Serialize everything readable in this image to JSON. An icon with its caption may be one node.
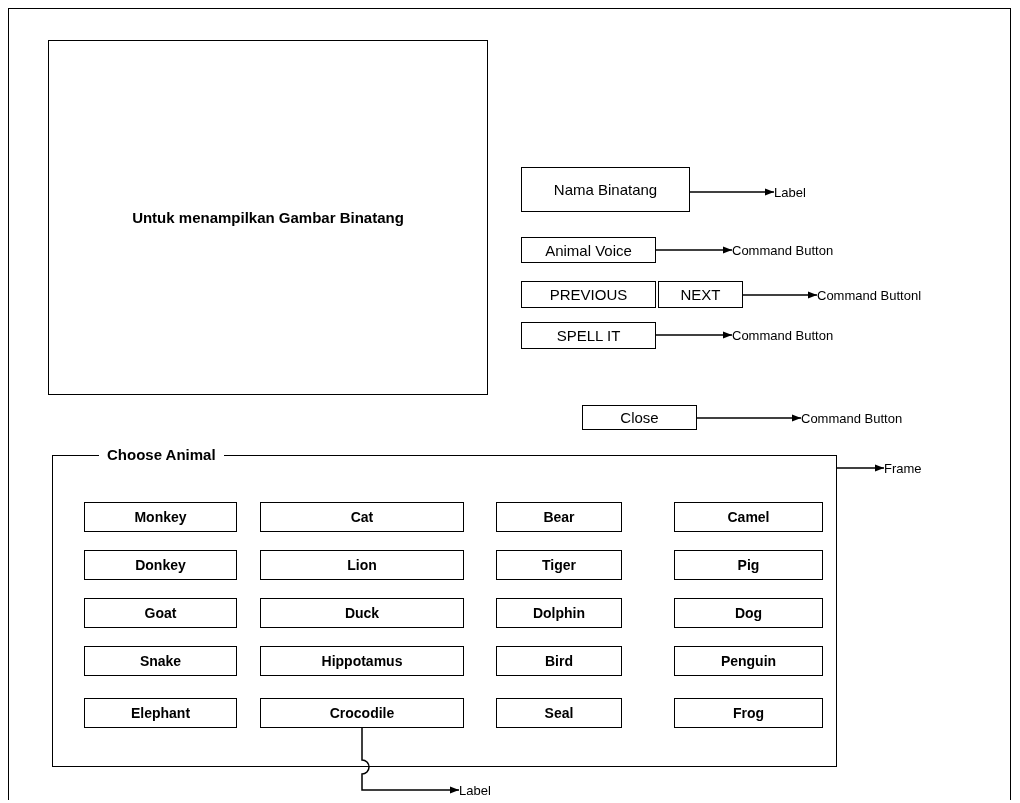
{
  "diagram": {
    "nodes": [
      {
        "text": [
          "Untuk menampilkan Gambar Binatang"
        ]
      },
      {
        "text": [
          "Nama Binatang"
        ]
      },
      {
        "text": [
          "Label"
        ]
      },
      {
        "text": [
          "Animal Voice"
        ]
      },
      {
        "text": [
          "Command Button"
        ]
      },
      {
        "text": [
          "PREVIOUS"
        ]
      },
      {
        "text": [
          "NEXT"
        ]
      },
      {
        "text": [
          "Command Buttonl"
        ]
      },
      {
        "text": [
          "SPELL IT"
        ]
      },
      {
        "text": [
          "Command Button"
        ]
      },
      {
        "text": [
          "Close"
        ]
      },
      {
        "text": [
          "Command Button"
        ]
      },
      {
        "text": [
          "Choose Animal"
        ]
      },
      {
        "text": [
          "Frame"
        ]
      },
      {
        "text": [
          "Monkey"
        ],
        "in": 12
      },
      {
        "text": [
          "Cat"
        ],
        "in": 12
      },
      {
        "text": [
          "Bear"
        ],
        "in": 12
      },
      {
        "text": [
          "Camel"
        ],
        "in": 12
      },
      {
        "text": [
          "Donkey"
        ],
        "in": 12
      },
      {
        "text": [
          "Lion"
        ],
        "in": 12
      },
      {
        "text": [
          "Tiger"
        ],
        "in": 12
      },
      {
        "text": [
          "Pig"
        ],
        "in": 12
      },
      {
        "text": [
          "Goat"
        ],
        "in": 12
      },
      {
        "text": [
          "Duck"
        ],
        "in": 12
      },
      {
        "text": [
          "Dolphin"
        ],
        "in": 12
      },
      {
        "text": [
          "Dog"
        ],
        "in": 12
      },
      {
        "text": [
          "Snake"
        ],
        "in": 12
      },
      {
        "text": [
          "Hippotamus"
        ],
        "in": 12
      },
      {
        "text": [
          "Bird"
        ],
        "in": 12
      },
      {
        "text": [
          "Penguin"
        ],
        "in": 12
      },
      {
        "text": [
          "Elephant"
        ],
        "in": 12
      },
      {
        "text": [
          "Crocodile"
        ],
        "in": 12
      },
      {
        "text": [
          "Seal"
        ],
        "in": 12
      },
      {
        "text": [
          "Frog"
        ],
        "in": 12
      },
      {
        "text": [
          "Label"
        ]
      }
    ],
    "edges": [
      {
        "from": 1,
        "to": 2,
        "arrow": "to"
      },
      {
        "from": 3,
        "to": 4,
        "arrow": "to"
      },
      {
        "from": 6,
        "to": 7,
        "arrow": "to"
      },
      {
        "from": 8,
        "to": 9,
        "arrow": "to"
      },
      {
        "from": 10,
        "to": 11,
        "arrow": "to"
      },
      {
        "from": 12,
        "to": 13,
        "arrow": "to"
      },
      {
        "from": 31,
        "to": 34,
        "arrow": "to"
      }
    ]
  }
}
